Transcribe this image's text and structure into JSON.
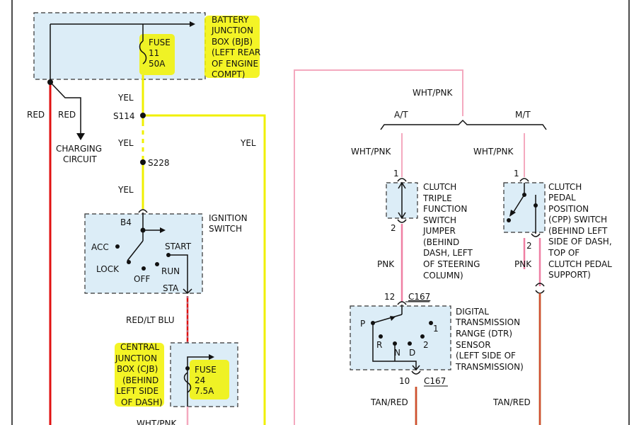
{
  "colors": {
    "red": "#e01010",
    "yellow": "#f0f000",
    "pink": "#f4a9bf",
    "pink_dark": "#ef7fa3",
    "tan_red": "#c58a55",
    "highlight": "#f2f200",
    "box_fill": "#dcedf7",
    "black": "#111111"
  },
  "bjb": {
    "lines": [
      "BATTERY",
      "JUNCTION",
      "BOX (BJB)",
      "(LEFT REAR",
      "OF ENGINE",
      "COMPT)"
    ],
    "fuse": [
      "FUSE",
      "11",
      "50A"
    ]
  },
  "left_wires": {
    "red_1": "RED",
    "red_2": "RED",
    "charging": [
      "CHARGING",
      "CIRCUIT"
    ]
  },
  "yel_wires": {
    "yel_1": "YEL",
    "s114": "S114",
    "yel_2": "YEL",
    "s228": "S228",
    "yel_3": "YEL",
    "yel_right": "YEL"
  },
  "ignition": {
    "title": [
      "IGNITION",
      "SWITCH"
    ],
    "b4": "B4",
    "acc": "ACC",
    "start": "START",
    "lock": "LOCK",
    "run": "RUN",
    "off": "OFF",
    "sta": "STA"
  },
  "red_lt_blu": "RED/LT BLU",
  "cjb": {
    "lines": [
      "CENTRAL",
      "JUNCTION",
      "BOX (CJB)",
      "(BEHIND",
      "LEFT SIDE",
      "OF DASH)"
    ],
    "fuse": [
      "FUSE",
      "24",
      "7.5A"
    ]
  },
  "bottom_left_wire": "WHT/PNK",
  "right_top": {
    "wht_pnk": "WHT/PNK",
    "at": "A/T",
    "mt": "M/T",
    "wht_pnk_left": "WHT/PNK",
    "wht_pnk_right": "WHT/PNK"
  },
  "ctfs": {
    "pin1": "1",
    "pin2": "2",
    "lines": [
      "CLUTCH",
      "TRIPLE",
      "FUNCTION",
      "SWITCH",
      "JUMPER",
      "(BEHIND",
      "DASH, LEFT",
      "OF STEERING",
      "COLUMN)"
    ]
  },
  "cpp": {
    "pin1": "1",
    "pin2": "2",
    "lines": [
      "CLUTCH",
      "PEDAL",
      "POSITION",
      "(CPP) SWITCH",
      "(BEHIND LEFT",
      "SIDE OF DASH,",
      "TOP OF",
      "CLUTCH PEDAL",
      "SUPPORT)"
    ]
  },
  "pnk_left": "PNK",
  "pnk_right": "PNK",
  "dtr": {
    "pin12": "12",
    "c167_top": "C167",
    "p": "P",
    "one": "1",
    "r": "R",
    "two": "2",
    "n": "N",
    "d": "D",
    "pin10": "10",
    "c167_bottom": "C167",
    "lines": [
      "DIGITAL",
      "TRANSMISSION",
      "RANGE (DTR)",
      "SENSOR",
      "(LEFT SIDE OF",
      "TRANSMISSION)"
    ]
  },
  "tan_red_left": "TAN/RED",
  "tan_red_right": "TAN/RED"
}
